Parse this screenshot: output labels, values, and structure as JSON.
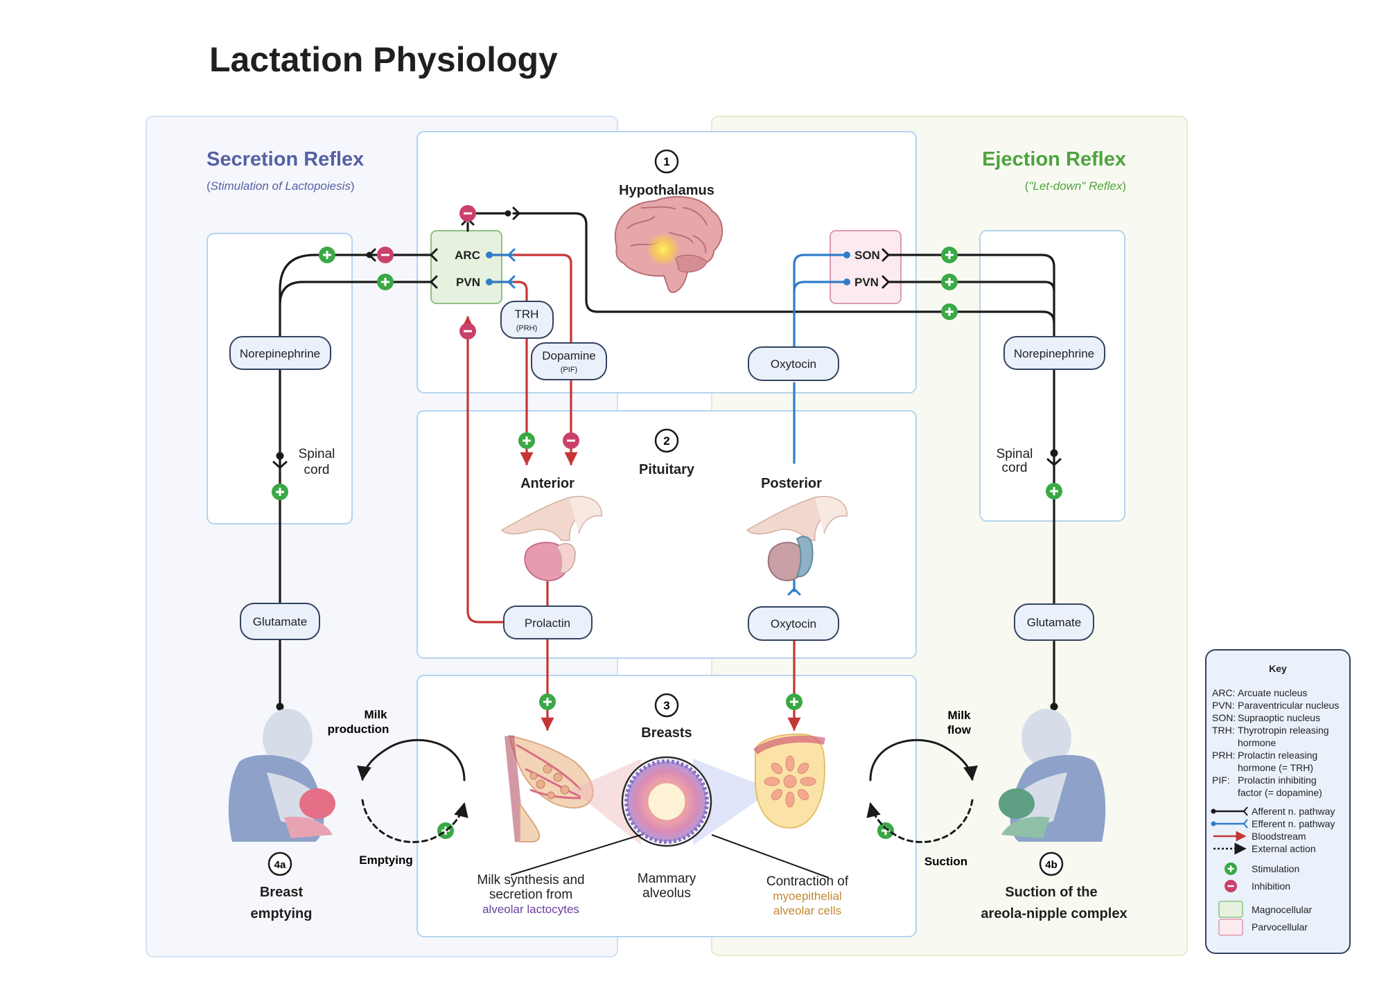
{
  "title": "Lactation Physiology",
  "secretion_reflex": {
    "heading": "Secretion Reflex",
    "subtitle_open": "(",
    "subtitle_italic": "Stimulation of Lactopoiesis",
    "subtitle_close": ")",
    "norepinephrine": "Norepinephrine",
    "spinal_cord_line1": "Spinal",
    "spinal_cord_line2": "cord",
    "glutamate": "Glutamate",
    "milk_production_line1": "Milk",
    "milk_production_line2": "production",
    "emptying": "Emptying",
    "step_badge": "4a",
    "step_label_line1": "Breast",
    "step_label_line2": "emptying"
  },
  "ejection_reflex": {
    "heading": "Ejection Reflex",
    "subtitle_open": "(",
    "subtitle_italic": "\"Let-down\" Reflex",
    "subtitle_close": ")",
    "norepinephrine": "Norepinephrine",
    "spinal_cord_line1": "Spinal",
    "spinal_cord_line2": "cord",
    "glutamate": "Glutamate",
    "milk_flow_line1": "Milk",
    "milk_flow_line2": "flow",
    "suction": "Suction",
    "step_badge": "4b",
    "step_label_line1": "Suction of the",
    "step_label_line2": "areola-nipple complex"
  },
  "hypothalamus": {
    "badge": "1",
    "label": "Hypothalamus",
    "arc": "ARC",
    "pvn_left": "PVN",
    "son": "SON",
    "pvn_right": "PVN",
    "trh": "TRH",
    "trh_sub": "(PRH)",
    "dopamine": "Dopamine",
    "dopamine_sub": "(PIF)",
    "oxytocin": "Oxytocin"
  },
  "pituitary": {
    "badge": "2",
    "label": "Pituitary",
    "anterior": "Anterior",
    "posterior": "Posterior",
    "prolactin": "Prolactin",
    "oxytocin": "Oxytocin"
  },
  "breasts": {
    "badge": "3",
    "label": "Breasts",
    "synthesis_line1": "Milk synthesis and",
    "synthesis_line2": "secretion from",
    "synthesis_line3": "alveolar lactocytes",
    "alveolus_line1": "Mammary",
    "alveolus_line2": "alveolus",
    "contraction_line1": "Contraction of",
    "contraction_line2": "myoepithelial",
    "contraction_line3": "alveolar cells"
  },
  "key": {
    "title": "Key",
    "abbreviations": [
      {
        "abbr": "ARC:",
        "text": "Arcuate nucleus"
      },
      {
        "abbr": "PVN:",
        "text": "Paraventricular nucleus"
      },
      {
        "abbr": "SON:",
        "text": "Supraoptic nucleus"
      },
      {
        "abbr": "TRH:",
        "text": "Thyrotropin releasing"
      },
      {
        "abbr": "",
        "text": "hormone"
      },
      {
        "abbr": "PRH:",
        "text": "Prolactin releasing"
      },
      {
        "abbr": "",
        "text": "hormone (= TRH)"
      },
      {
        "abbr": "PIF:",
        "text": "Prolactin inhibiting"
      },
      {
        "abbr": "",
        "text": "factor (= dopamine)"
      }
    ],
    "afferent": "Afferent n. pathway",
    "efferent": "Efferent n. pathway",
    "bloodstream": "Bloodstream",
    "external": "External action",
    "stimulation": "Stimulation",
    "inhibition": "Inhibition",
    "magnocellular": "Magnocellular",
    "parvocellular": "Parvocellular"
  },
  "colors": {
    "secretion_heading": "#5660a3",
    "ejection_heading": "#4ea33f",
    "left_panel_bg": "#f5f7fc",
    "right_panel_bg": "#f8faf1",
    "box_border": "#b5d3ee",
    "afferent": "#1a1a1a",
    "efferent": "#2f7dc9",
    "bloodstream": "#c63535",
    "stimulation": "#3aa845",
    "inhibition": "#c9416b",
    "magnocellular_fill": "#e6f2df",
    "parvocellular_fill": "#fbeaef",
    "lactocytes_text": "#6a3fa0",
    "myoepithelial_text": "#c2892f"
  }
}
